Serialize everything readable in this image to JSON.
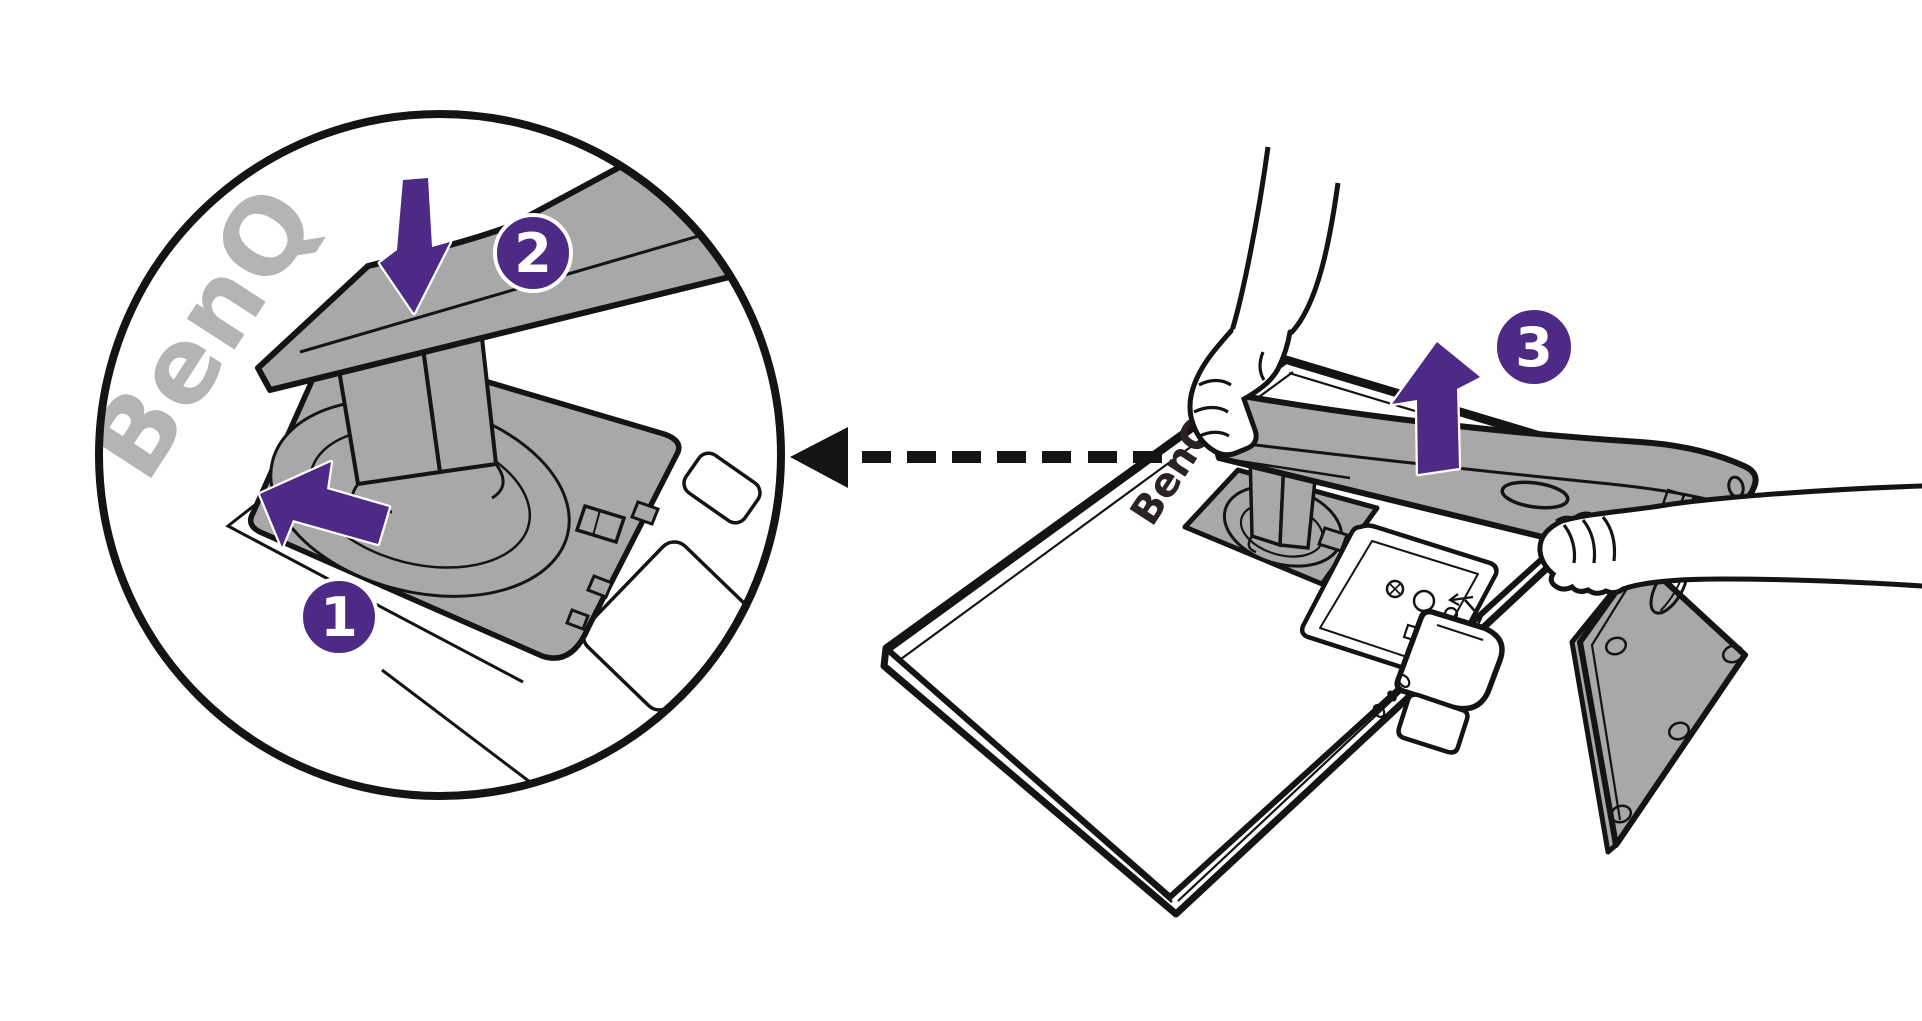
{
  "figure": {
    "brand": "BenQ",
    "detail_view": {
      "logo_watermark": "BenQ"
    },
    "monitor": {
      "logo": "BenQ"
    },
    "steps": [
      {
        "label": "1"
      },
      {
        "label": "2"
      },
      {
        "label": "3"
      }
    ],
    "colors": {
      "step_accent": "#4C2A85",
      "line": "#141414",
      "fill_gray": "#A8A8A8",
      "watermark_gray": "#B4B4B4",
      "monitor_logo_dark": "#2A2225",
      "background": "#FFFFFF"
    },
    "icons": {
      "step1": "left-arrow-icon",
      "step2": "down-arrow-icon",
      "step3": "up-arrow-icon",
      "leader": "dashed-left-arrow-icon"
    }
  }
}
